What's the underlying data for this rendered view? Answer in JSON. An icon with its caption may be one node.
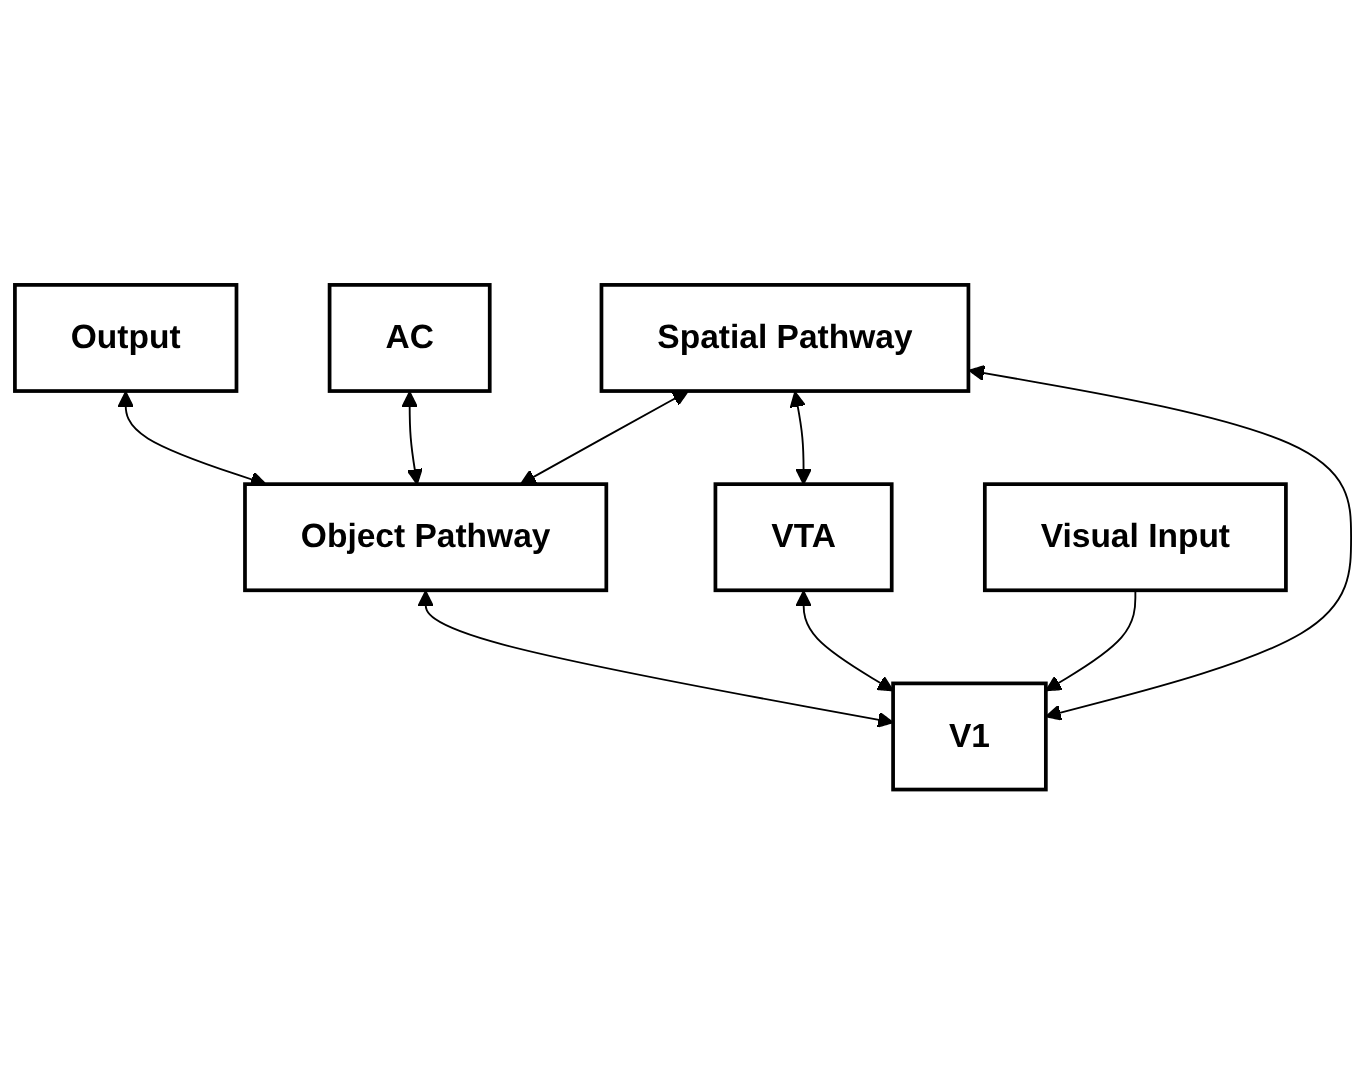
{
  "diagram": {
    "nodes": [
      {
        "text": [
          "Output"
        ]
      },
      {
        "text": [
          "AC"
        ]
      },
      {
        "text": [
          "Spatial Pathway"
        ]
      },
      {
        "text": [
          "Object Pathway"
        ]
      },
      {
        "text": [
          "VTA"
        ]
      },
      {
        "text": [
          "V1"
        ]
      },
      {
        "text": [
          "Visual Input"
        ]
      }
    ],
    "edges": [
      {
        "from": 0,
        "to": 3,
        "arrow": "both"
      },
      {
        "from": 1,
        "to": 3,
        "arrow": "both"
      },
      {
        "from": 2,
        "to": 3,
        "arrow": "both"
      },
      {
        "from": 2,
        "to": 4,
        "arrow": "both"
      },
      {
        "from": 2,
        "to": 5,
        "arrow": "both"
      },
      {
        "from": 3,
        "to": 5,
        "arrow": "both"
      },
      {
        "from": 4,
        "to": 5,
        "arrow": "both"
      },
      {
        "from": 6,
        "to": 5,
        "arrow": "to"
      }
    ]
  }
}
